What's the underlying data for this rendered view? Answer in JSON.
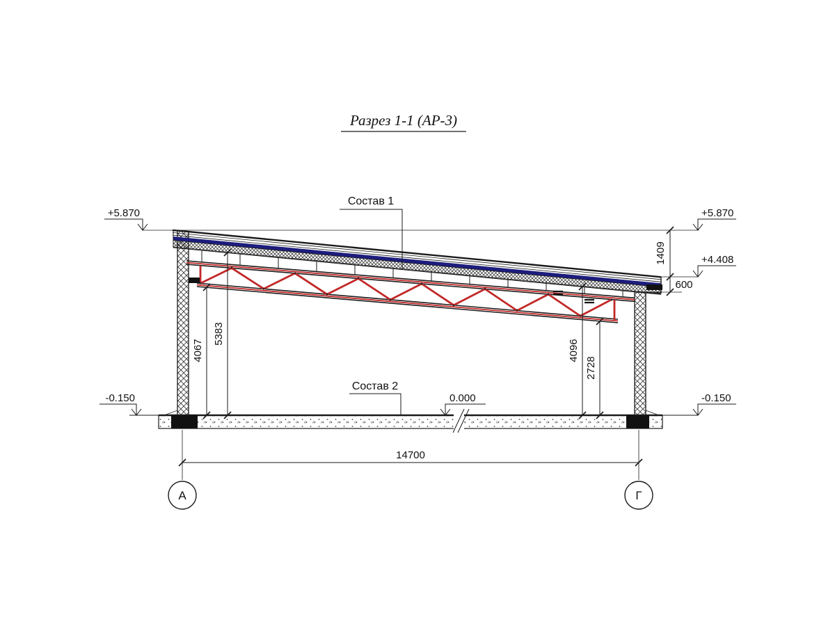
{
  "title": "Разрез 1-1 (АР-3)",
  "callouts": {
    "composition1": "Состав 1",
    "composition2": "Состав 2"
  },
  "elevations": {
    "left_roof": "+5.870",
    "right_roof": "+5.870",
    "right_eave": "+4.408",
    "left_ground": "-0.150",
    "right_ground": "-0.150",
    "floor": "0.000"
  },
  "dims": {
    "v1409": "1409",
    "v600": "600",
    "v5383": "5383",
    "v4067": "4067",
    "v4096": "4096",
    "v2728": "2728",
    "span": "14700"
  },
  "axes": {
    "left": "А",
    "right": "Г"
  },
  "colors": {
    "truss_red": "#c22828",
    "membrane_blue": "#1d1d7d",
    "line_black": "#1a1a1a"
  }
}
